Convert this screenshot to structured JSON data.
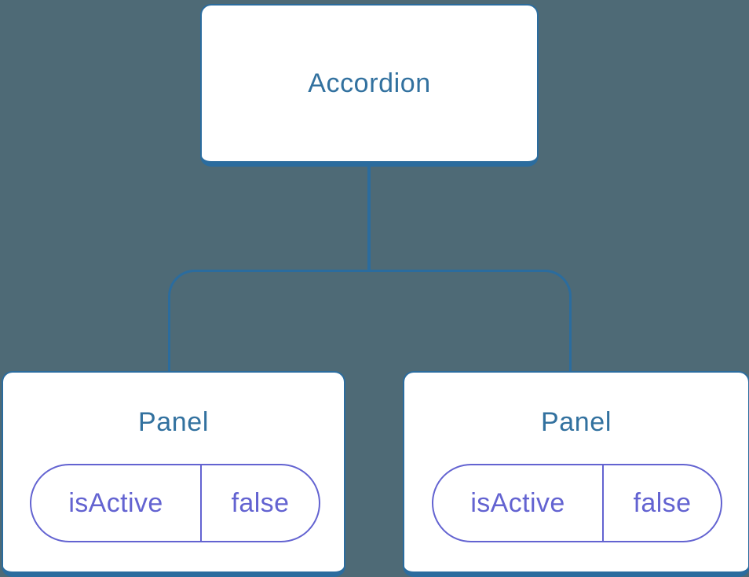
{
  "diagram": {
    "root": {
      "label": "Accordion"
    },
    "panels": [
      {
        "label": "Panel",
        "state_key": "isActive",
        "state_value": "false"
      },
      {
        "label": "Panel",
        "state_key": "isActive",
        "state_value": "false"
      }
    ]
  },
  "colors": {
    "background": "#4E6A76",
    "node_fill": "#FFFFFF",
    "node_border": "#2B6C9E",
    "node_title_text": "#32719F",
    "connector": "#2B6C9E",
    "state_pill_accent": "#6363D1"
  }
}
